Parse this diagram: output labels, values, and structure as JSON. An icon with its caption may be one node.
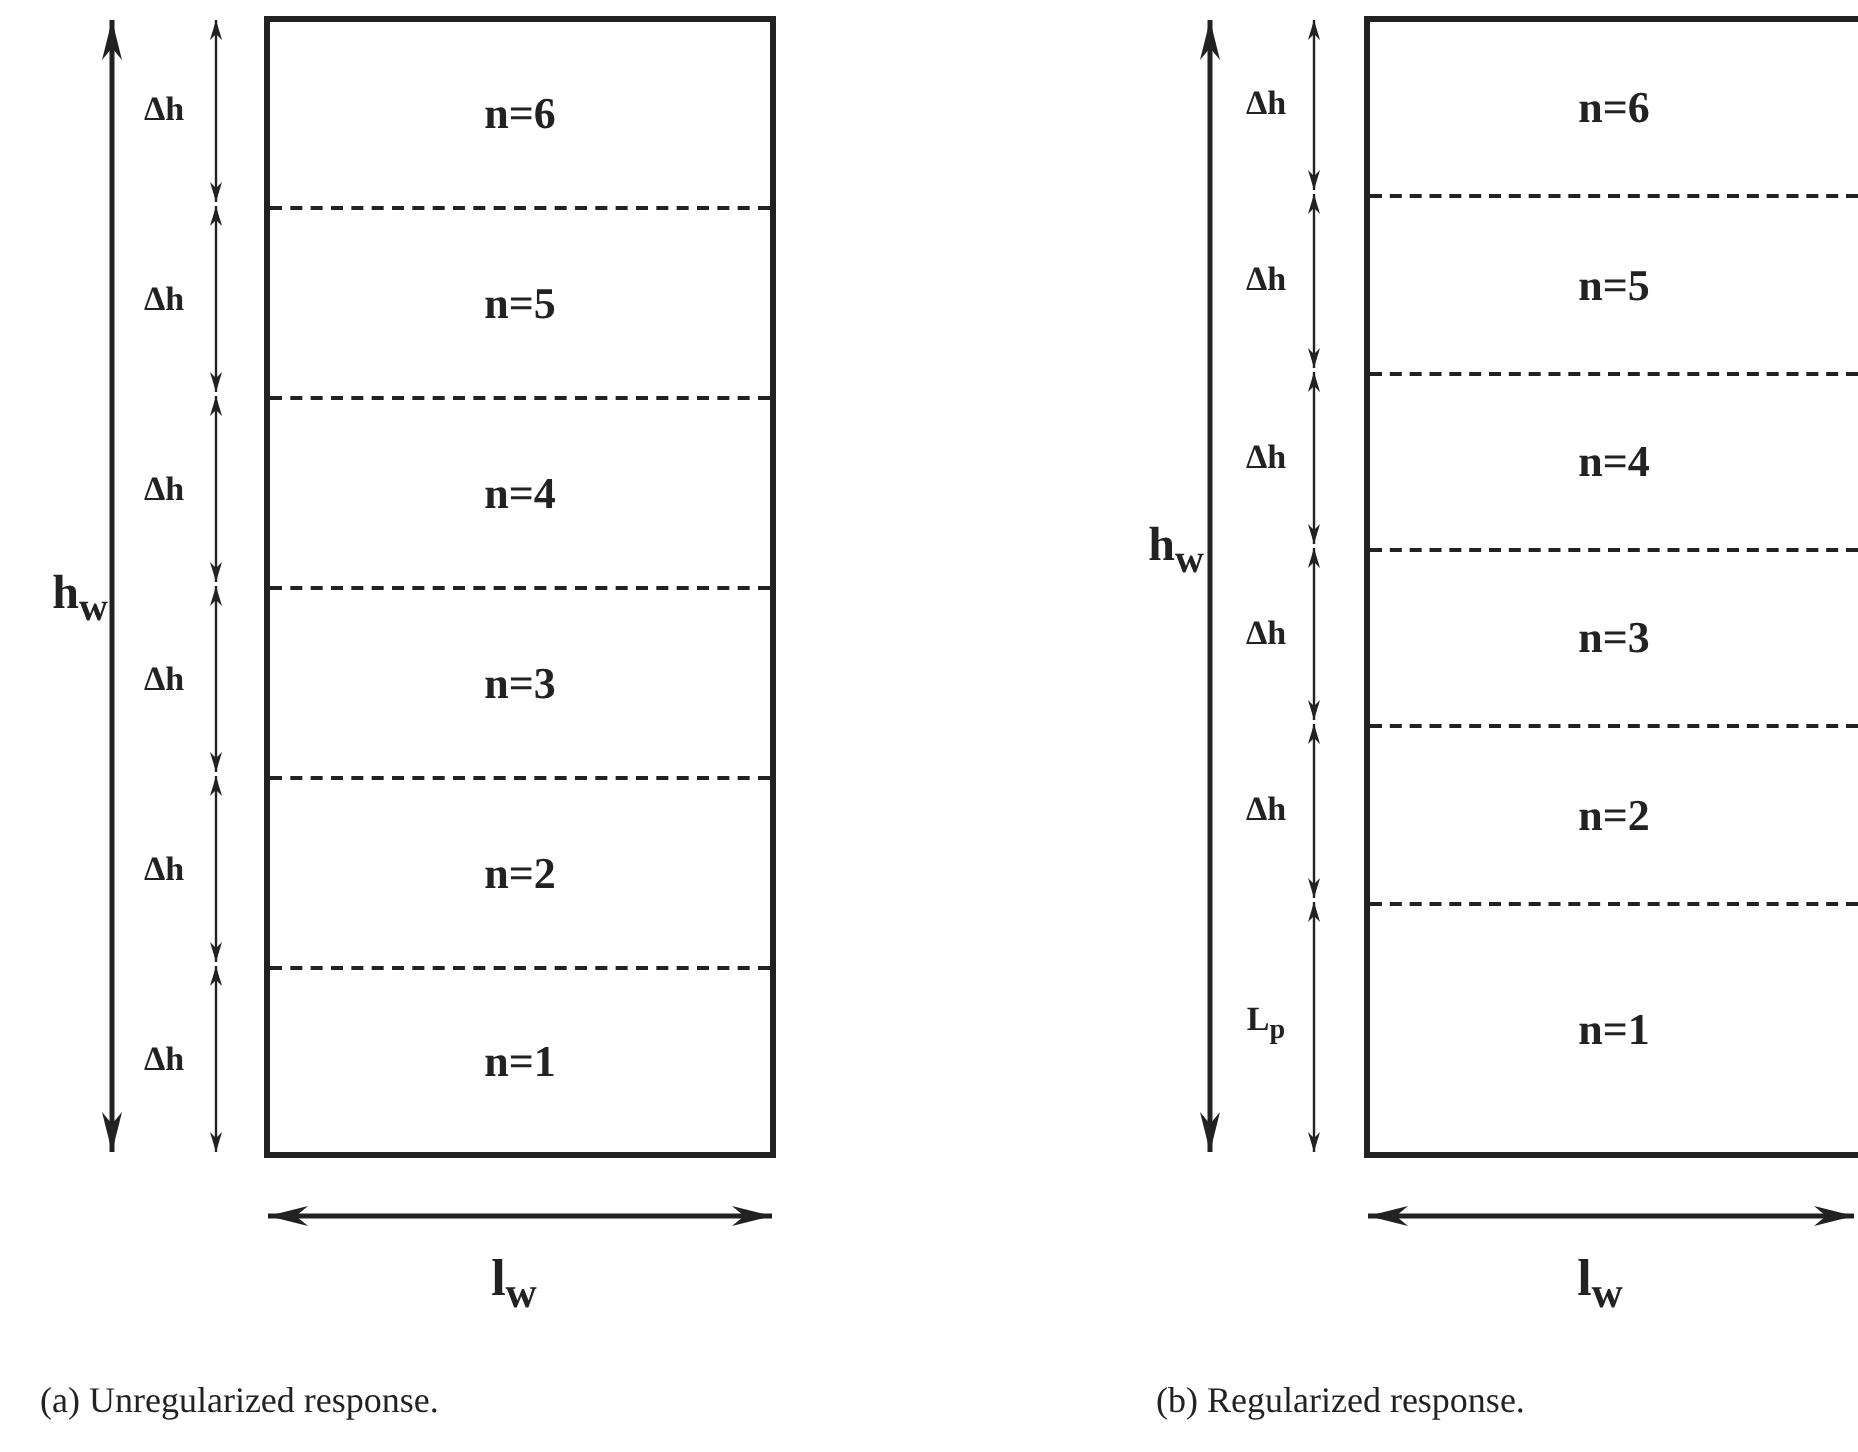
{
  "diagram": {
    "nodes": [
      {
        "text": [],
        "shape": "box"
      },
      {
        "text": [
          "n=6"
        ],
        "in": 0
      },
      {
        "text": [
          "n=5"
        ],
        "in": 0
      },
      {
        "text": [
          "n=4"
        ],
        "in": 0
      },
      {
        "text": [
          "n=3"
        ],
        "in": 0
      },
      {
        "text": [
          "n=2"
        ],
        "in": 0
      },
      {
        "text": [
          "n=1"
        ],
        "in": 0
      },
      {
        "text": [],
        "shape": "box"
      },
      {
        "text": [
          "n=6"
        ],
        "in": 7
      },
      {
        "text": [
          "n=5"
        ],
        "in": 7
      },
      {
        "text": [
          "n=4"
        ],
        "in": 7
      },
      {
        "text": [
          "n=3"
        ],
        "in": 7
      },
      {
        "text": [
          "n=2"
        ],
        "in": 7
      },
      {
        "text": [
          "n=1"
        ],
        "in": 7
      }
    ],
    "edges": [],
    "labels": [
      "h$_{w}$",
      "Δh",
      "Δh",
      "Δh",
      "Δh",
      "Δh",
      "Δh",
      "l$_{w}$",
      "(a) Unregularized response.",
      "h$_{w}$",
      "Δh",
      "Δh",
      "Δh",
      "Δh",
      "Δh",
      "L$_{p}$",
      "l$_{w}$",
      "(b) Regularized response."
    ]
  }
}
